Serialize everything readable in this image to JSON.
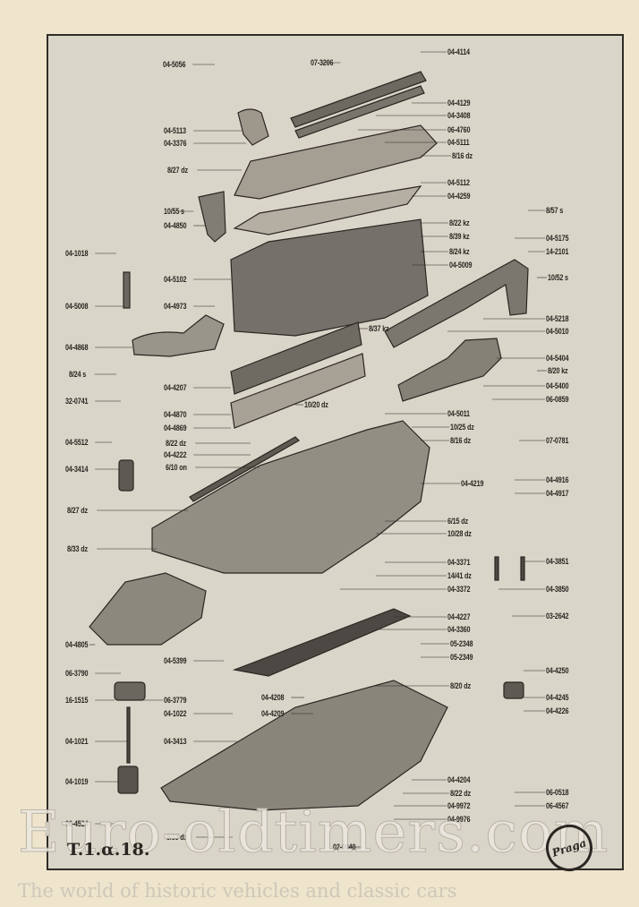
{
  "document": {
    "plate_number": "T.1.α.18.",
    "logo_text": "Praga",
    "watermark": "Euro-oldtimers.com",
    "tagline": "The world of historic vehicles and classic cars"
  },
  "part_labels": [
    "04-5056",
    "07-3206",
    "04-4114",
    "04-4129",
    "04-3408",
    "06-4760",
    "04-5111",
    "8/16 dz",
    "04-5113",
    "04-3376",
    "8/27 dz",
    "04-5112",
    "04-4259",
    "10/55 s",
    "04-4850",
    "8/57 s",
    "8/22 kz",
    "8/39 kz",
    "8/24 kz",
    "04-5009",
    "04-5175",
    "14-2101",
    "04-1018",
    "04-5102",
    "10/52 s",
    "04-5008",
    "04-4973",
    "8/37 kz",
    "04-5218",
    "04-5010",
    "04-4868",
    "8/24 s",
    "04-5404",
    "8/20 kz",
    "04-5400",
    "04-4207",
    "06-0859",
    "32-0741",
    "10/20 dz",
    "04-4870",
    "04-4869",
    "04-5011",
    "10/25 dz",
    "8/16 dz",
    "07-0781",
    "04-5512",
    "8/22 dz",
    "04-4222",
    "6/10 on",
    "04-3414",
    "04-4219",
    "04-4916",
    "04-4917",
    "8/27 dz",
    "6/15 dz",
    "10/28 dz",
    "8/33 dz",
    "04-3371",
    "04-3851",
    "14/41 dz",
    "04-3372",
    "04-3850",
    "03-2642",
    "04-4227",
    "04-3360",
    "04-4805",
    "05-2348",
    "05-2349",
    "04-5399",
    "06-3790",
    "04-4250",
    "8/20 dz",
    "16-1515",
    "06-3779",
    "04-4245",
    "04-1022",
    "04-4208",
    "04-4209",
    "04-4226",
    "04-1021",
    "04-3413",
    "04-1019",
    "04-4204",
    "8/22 dz",
    "06-0518",
    "04-9972",
    "06-4567",
    "04-9976",
    "06-4524",
    "8/33 dz",
    "02-0040"
  ]
}
